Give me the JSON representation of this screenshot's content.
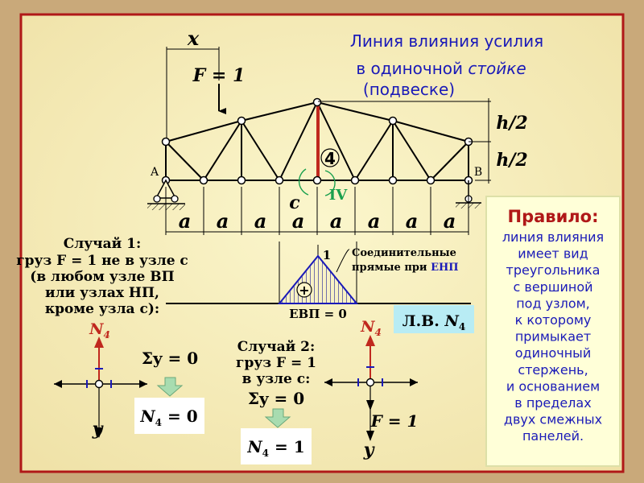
{
  "title": {
    "line1": "Линия влияния усилия",
    "line2a": "в одиночной ",
    "line2b": "стойке",
    "line3": "(подвеске)"
  },
  "truss": {
    "x_label": "x",
    "force_label": "F = 1",
    "support_a": "A",
    "support_b": "B",
    "node_c": "c",
    "rod_number": "4",
    "section": "IV",
    "panel_label": "a",
    "panel_count": 8,
    "h_top": "h/2",
    "h_bottom": "h/2"
  },
  "case1": {
    "title": "Случай 1:",
    "line1": "груз F = 1 не в узле c",
    "line2": "(в любом узле ВП",
    "line3": "или узлах НП,",
    "line4": "кроме узла c):",
    "n_label": "N4",
    "equation": "Σy = 0",
    "y_label": "y",
    "result": "N4 = 0"
  },
  "influence": {
    "peak": "1",
    "sign": "+",
    "evp": "ЕВП = 0",
    "note1": "Соединительные",
    "note2": "прямые при ЕНП",
    "lv_label": "Л.В. N4"
  },
  "case2": {
    "title": "Случай 2:",
    "line1": "груз F = 1",
    "line2": "в узле c:",
    "equation": "Σy = 0",
    "n_label": "N4",
    "force": "F = 1",
    "y_label": "y",
    "result": "N4 = 1"
  },
  "rule": {
    "title": "Правило:",
    "lines": [
      "линия влияния",
      "имеет вид",
      "треугольника",
      "с вершиной",
      "под узлом,",
      "к которому",
      "примыкает",
      "одиночный",
      "стержень,",
      "и основанием",
      "в пределах",
      "двух смежных",
      "панелей."
    ]
  },
  "colors": {
    "background": "#f5edb4",
    "border": "#b01818",
    "rod": "#c0281e",
    "accent_blue": "#1a1ab8",
    "highlight_green": "#1aa04e",
    "rule_title": "#b01818",
    "rule_bg": "#ffffd8",
    "lv_bg": "#b8ecf4",
    "result_bg": "#ffffff",
    "arrow_down": "#a8dcb0"
  }
}
